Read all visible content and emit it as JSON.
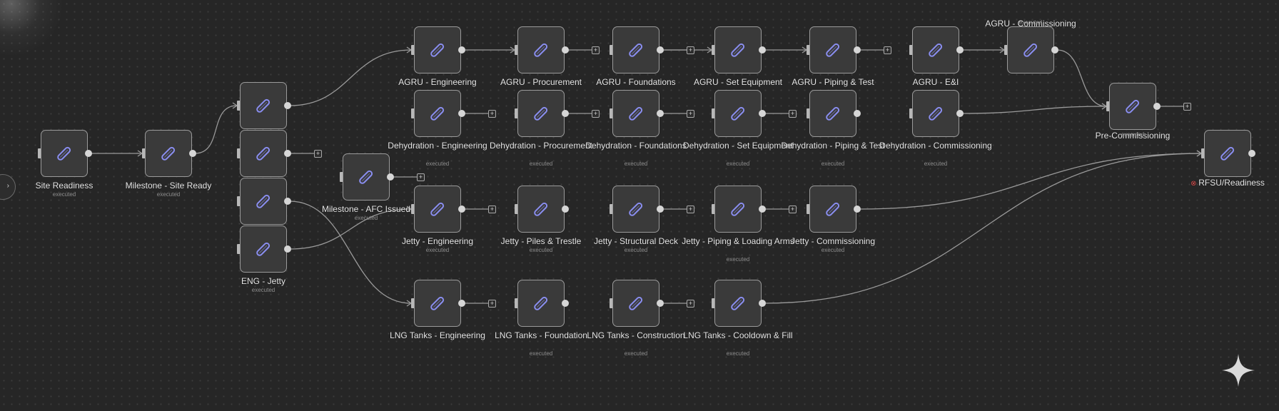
{
  "nodes": [
    {
      "id": "site-readiness",
      "label": "Site Readiness",
      "sub": "executed"
    },
    {
      "id": "milestone-site-ready",
      "label": "Milestone - Site Ready",
      "sub": "executed"
    },
    {
      "id": "eng-agru",
      "label": "",
      "sub": ""
    },
    {
      "id": "eng-dehydration",
      "label": "",
      "sub": ""
    },
    {
      "id": "eng-lng-tanks",
      "label": "",
      "sub": ""
    },
    {
      "id": "eng-jetty",
      "label": "ENG - Jetty",
      "sub": "executed"
    },
    {
      "id": "milestone-afc",
      "label": "Milestone - AFC Issued",
      "sub": "executed"
    },
    {
      "id": "agru-engineering",
      "label": "AGRU - Engineering",
      "sub": ""
    },
    {
      "id": "agru-procurement",
      "label": "AGRU - Procurement",
      "sub": ""
    },
    {
      "id": "agru-foundations",
      "label": "AGRU - Foundations",
      "sub": ""
    },
    {
      "id": "agru-set-equipment",
      "label": "AGRU - Set Equipment",
      "sub": ""
    },
    {
      "id": "agru-piping-test",
      "label": "AGRU - Piping & Test",
      "sub": ""
    },
    {
      "id": "agru-ei",
      "label": "AGRU - E&I",
      "sub": ""
    },
    {
      "id": "agru-commissioning",
      "label": "AGRU - Commissioning",
      "sub": "executed"
    },
    {
      "id": "dehy-engineering",
      "label": "Dehydration - Engineering",
      "sub": "executed"
    },
    {
      "id": "dehy-procurement",
      "label": "Dehydration - Procurement",
      "sub": "executed"
    },
    {
      "id": "dehy-foundations",
      "label": "Dehydration - Foundations",
      "sub": "executed"
    },
    {
      "id": "dehy-set-equipment",
      "label": "Dehydration - Set Equipment",
      "sub": "executed"
    },
    {
      "id": "dehy-piping-test",
      "label": "Dehydration - Piping & Test",
      "sub": "executed"
    },
    {
      "id": "dehy-commissioning",
      "label": "Dehydration - Commissioning",
      "sub": "executed"
    },
    {
      "id": "jetty-engineering",
      "label": "Jetty - Engineering",
      "sub": "executed"
    },
    {
      "id": "jetty-piles-trestle",
      "label": "Jetty - Piles & Trestle",
      "sub": "executed"
    },
    {
      "id": "jetty-structural-deck",
      "label": "Jetty - Structural Deck",
      "sub": "executed"
    },
    {
      "id": "jetty-piping-loading",
      "label": "Jetty - Piping & Loading Arms",
      "sub": "executed"
    },
    {
      "id": "jetty-commissioning",
      "label": "Jetty - Commissioning",
      "sub": "executed"
    },
    {
      "id": "lng-engineering",
      "label": "LNG Tanks - Engineering",
      "sub": ""
    },
    {
      "id": "lng-foundation",
      "label": "LNG Tanks - Foundation",
      "sub": "executed"
    },
    {
      "id": "lng-construction",
      "label": "LNG Tanks - Construction",
      "sub": "executed"
    },
    {
      "id": "lng-cooldown-fill",
      "label": "LNG Tanks - Cooldown & Fill",
      "sub": "executed"
    },
    {
      "id": "pre-commissioning",
      "label": "Pre-Commissioning",
      "sub": "executed"
    },
    {
      "id": "rfsu",
      "label": "RFSU/Readiness",
      "sub": ""
    }
  ],
  "node_icon": "pencil-icon",
  "colors": {
    "background": "#262626",
    "node_fill": "#3a3a3a",
    "node_border": "#9a9a9a",
    "icon": "#8a8ef0",
    "wire": "#9a9a9a",
    "error": "#e05555"
  }
}
